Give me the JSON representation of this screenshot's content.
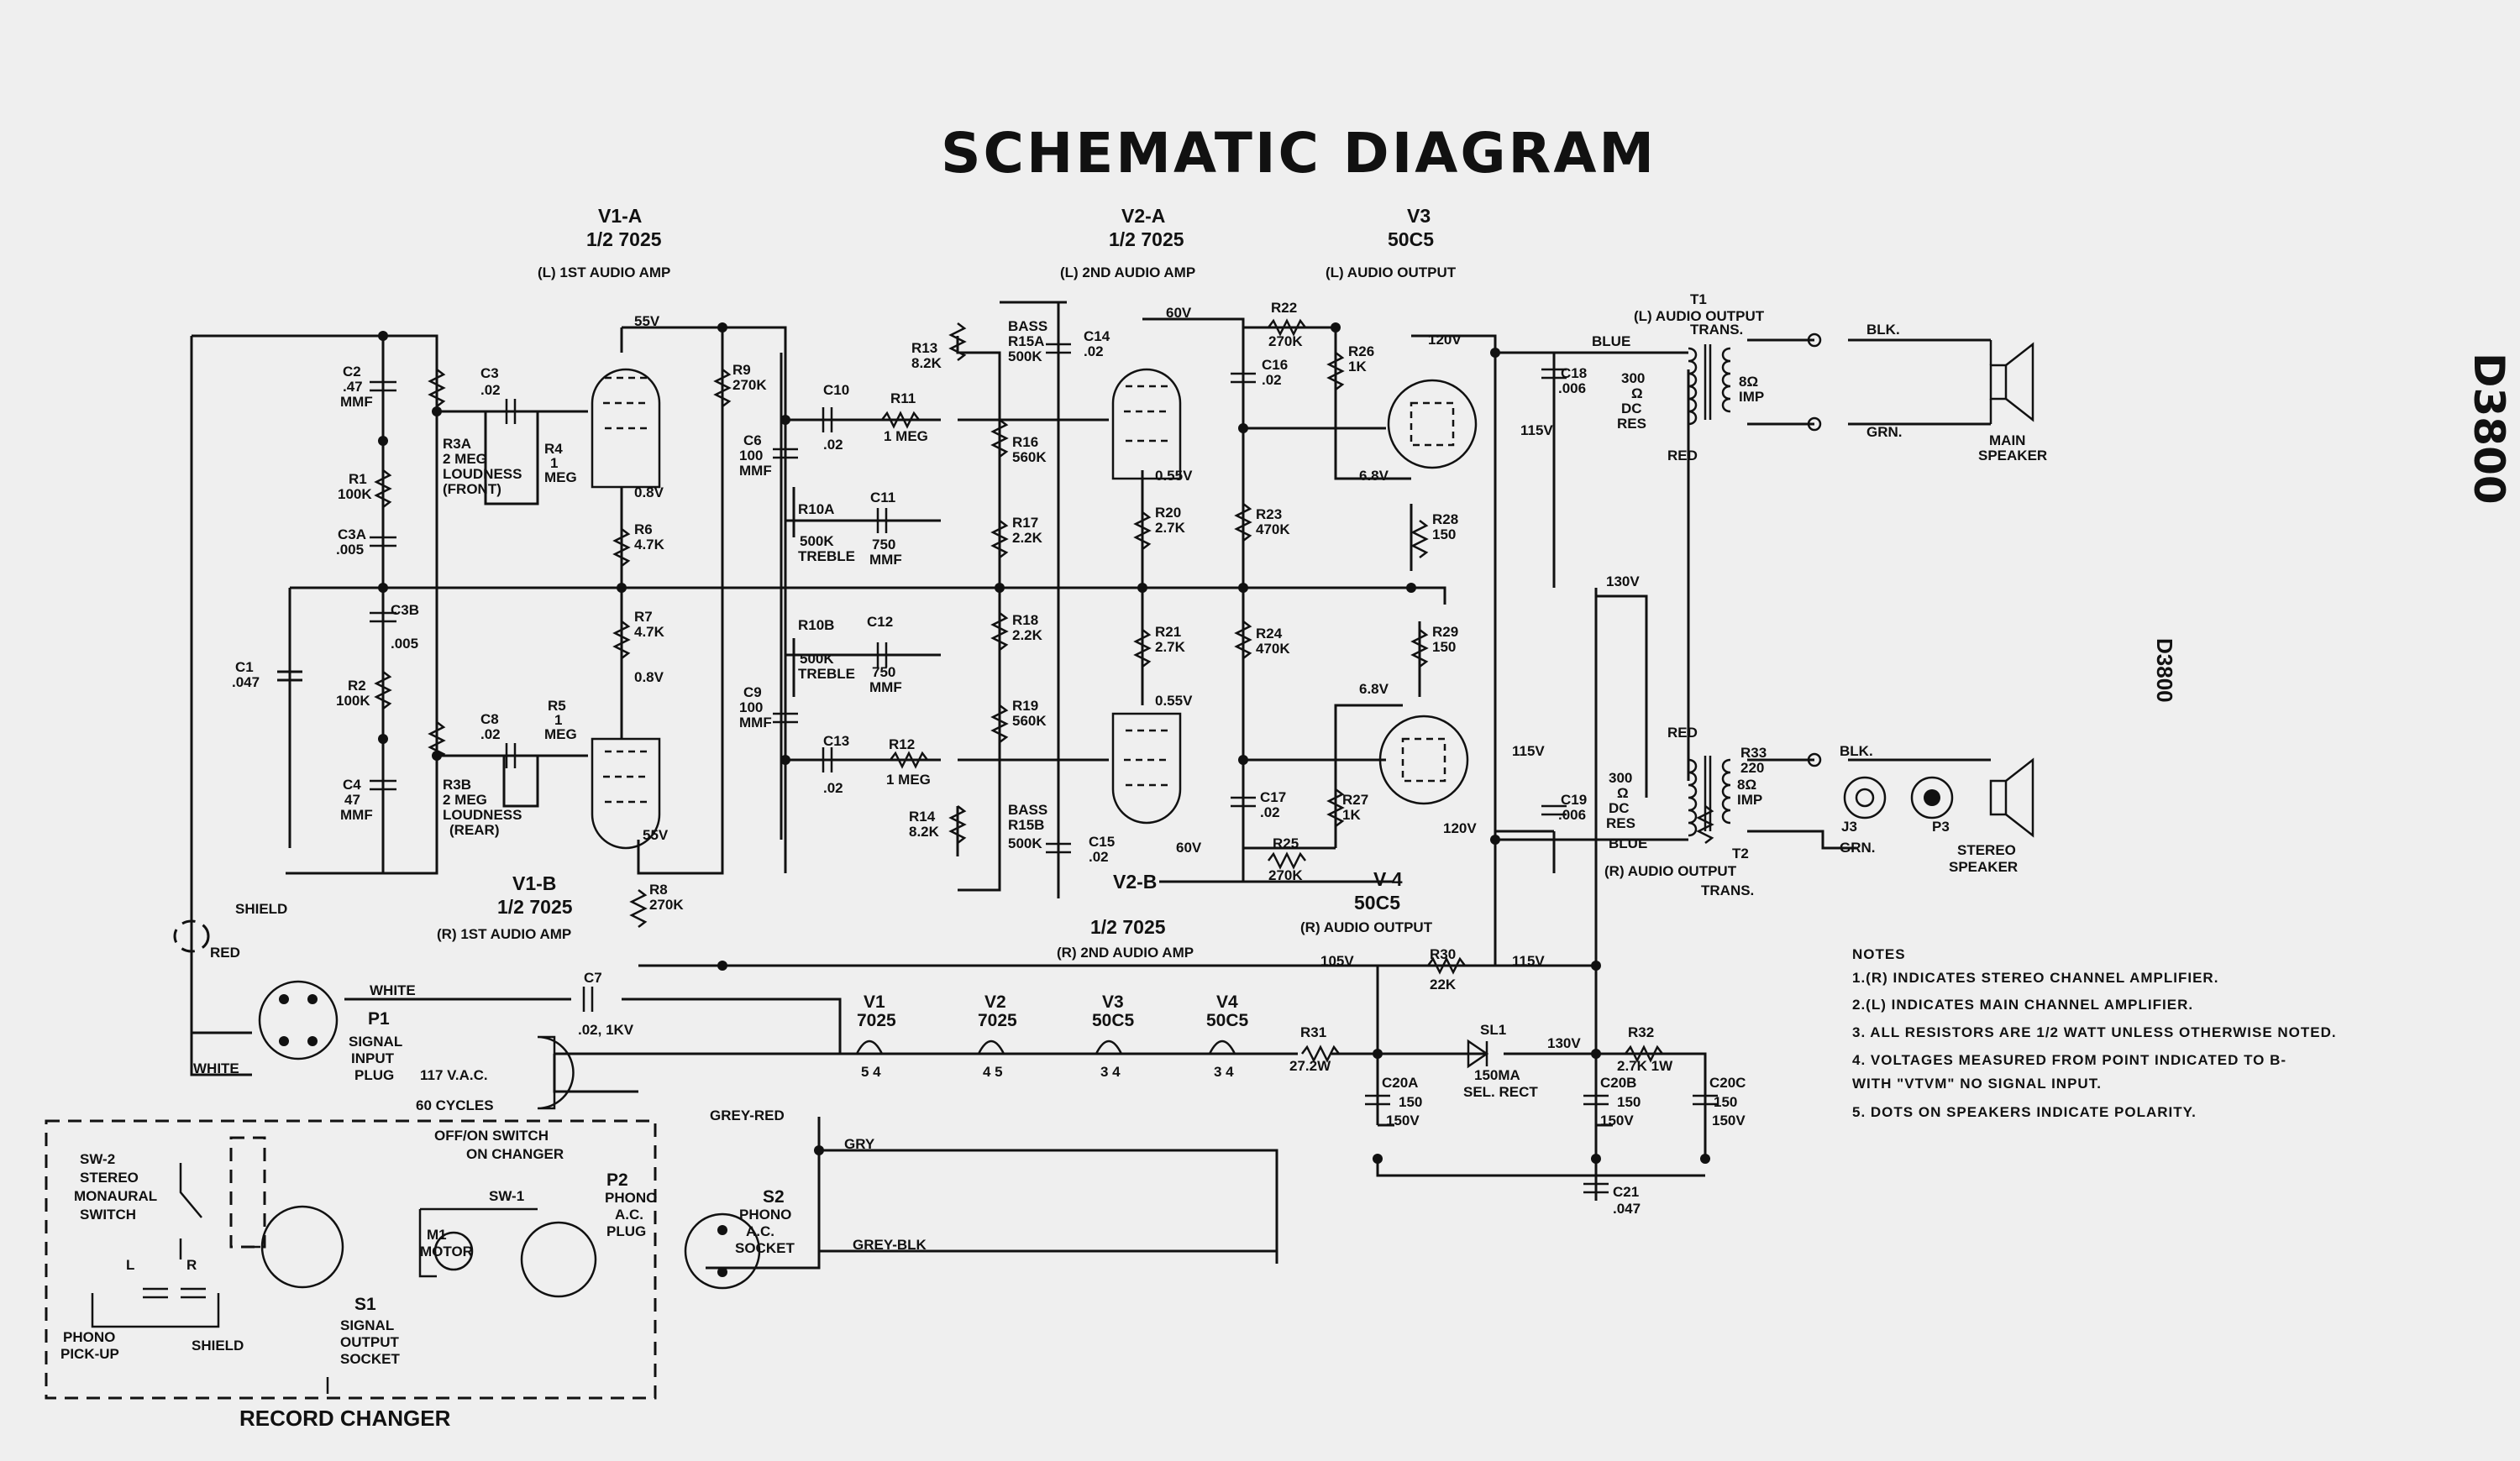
{
  "title": "SCHEMATIC DIAGRAM",
  "side_code": "D3800",
  "side_code_small": "D3800",
  "tubes": {
    "v1a": {
      "name": "V1-A",
      "type": "1/2 7025",
      "role": "(L) 1ST AUDIO AMP"
    },
    "v1b": {
      "name": "V1-B",
      "type": "1/2 7025",
      "role": "(R) 1ST AUDIO AMP"
    },
    "v2a": {
      "name": "V2-A",
      "type": "1/2 7025",
      "role": "(L) 2ND AUDIO AMP"
    },
    "v2b": {
      "name": "V2-B",
      "type": "1/2 7025",
      "role": "(R) 2ND AUDIO AMP"
    },
    "v3": {
      "name": "V3",
      "type": "50C5",
      "role": "(L) AUDIO OUTPUT"
    },
    "v4": {
      "name": "V 4",
      "type": "50C5",
      "role": "(R) AUDIO OUTPUT"
    }
  },
  "heaters": [
    {
      "name": "V1",
      "type": "7025",
      "pins": "5   4"
    },
    {
      "name": "V2",
      "type": "7025",
      "pins": "4   5"
    },
    {
      "name": "V3",
      "type": "50C5",
      "pins": "3   4"
    },
    {
      "name": "V4",
      "type": "50C5",
      "pins": "3   4"
    }
  ],
  "components": {
    "c2": [
      "C2",
      ".47",
      "MMF"
    ],
    "c3": [
      "C3",
      ".02"
    ],
    "r3a": [
      "R3A",
      "2 MEG",
      "LOUDNESS",
      "(FRONT)"
    ],
    "r4": [
      "R4",
      "1",
      "MEG"
    ],
    "r1": [
      "R1",
      "100K"
    ],
    "c3a": [
      "C3A",
      ".005"
    ],
    "c1": [
      "C1",
      ".047"
    ],
    "c3b": [
      "C3B",
      ".005"
    ],
    "r2": [
      "R2",
      "100K"
    ],
    "c4": [
      "C4",
      "47",
      "MMF"
    ],
    "c8": [
      "C8",
      ".02"
    ],
    "r5": [
      "R5",
      "1",
      "MEG"
    ],
    "r3b": [
      "R3B",
      "2 MEG",
      "LOUDNESS",
      "(REAR)"
    ],
    "r6": [
      "R6",
      "4.7K"
    ],
    "r7": [
      "R7",
      "4.7K"
    ],
    "r9": [
      "R9",
      "270K"
    ],
    "r8": [
      "R8",
      "270K"
    ],
    "c6": [
      "C6",
      "100",
      "MMF"
    ],
    "c9": [
      "C9",
      "100",
      "MMF"
    ],
    "c10": [
      "C10",
      ".02"
    ],
    "r11": [
      "R11",
      "1 MEG"
    ],
    "r10a": [
      "R10A",
      "500K",
      "TREBLE"
    ],
    "c11": [
      "C11",
      "750",
      "MMF"
    ],
    "r10b": [
      "R10B",
      "500K",
      "TREBLE"
    ],
    "c12": [
      "C12",
      "750",
      "MMF"
    ],
    "c13": [
      "C13",
      ".02"
    ],
    "r12": [
      "R12",
      "1 MEG"
    ],
    "r13": [
      "R13",
      "8.2K"
    ],
    "r15a": [
      "BASS",
      "R15A",
      "500K"
    ],
    "c14": [
      "C14",
      ".02"
    ],
    "r14": [
      "R14",
      "8.2K"
    ],
    "r15b": [
      "BASS",
      "R15B",
      "500K"
    ],
    "c15": [
      "C15",
      ".02"
    ],
    "r16": [
      "R16",
      "560K"
    ],
    "r17": [
      "R17",
      "2.2K"
    ],
    "r18": [
      "R18",
      "2.2K"
    ],
    "r19": [
      "R19",
      "560K"
    ],
    "r20": [
      "R20",
      "2.7K"
    ],
    "r21": [
      "R21",
      "2.7K"
    ],
    "r22": [
      "R22",
      "270K"
    ],
    "c16": [
      "C16",
      ".02"
    ],
    "r23": [
      "R23",
      "470K"
    ],
    "r24": [
      "R24",
      "470K"
    ],
    "c17": [
      "C17",
      ".02"
    ],
    "r25": [
      "R25",
      "270K"
    ],
    "r26": [
      "R26",
      "1K"
    ],
    "r27": [
      "R27",
      "1K"
    ],
    "r28": [
      "R28",
      "150"
    ],
    "r29": [
      "R29",
      "150"
    ],
    "c18": [
      "C18",
      ".006"
    ],
    "c19": [
      "C19",
      ".006"
    ],
    "r30": [
      "R30",
      "22K"
    ],
    "r31": [
      "R31",
      "27.2W"
    ],
    "r32": [
      "R32",
      "2.7K 1W"
    ],
    "r33": [
      "R33",
      "220"
    ],
    "c7": [
      "C7",
      ".02, 1KV"
    ],
    "c20a": [
      "C20A",
      "150",
      "150V"
    ],
    "c20b": [
      "C20B",
      "150",
      "150V"
    ],
    "c20c": [
      "C20C",
      "150",
      "150V"
    ],
    "c21": [
      "C21",
      ".047"
    ],
    "sl1": [
      "SL1",
      "150MA",
      "SEL. RECT"
    ]
  },
  "voltages": {
    "v1a_plate": "55V",
    "v1a_cath": "0.8V",
    "v1b_cath": "0.8V",
    "v1b_plate": "55V",
    "v2a_plate": "60V",
    "v2a_cath": "0.55V",
    "v2b_cath": "0.55V",
    "v2b_plate": "60V",
    "v3_plate": "120V",
    "v3_screen": "115V",
    "v3_cath": "6.8V",
    "v4_plate": "120V",
    "v4_screen": "115V",
    "v4_cath": "6.8V",
    "b130": "130V",
    "b105": "105V",
    "b115": "115V",
    "b130r": "130V"
  },
  "transformers": {
    "t1": {
      "name": "T1",
      "desc": [
        "(L) AUDIO OUTPUT",
        "TRANS."
      ],
      "res": [
        "300",
        "Ω",
        "DC",
        "RES"
      ],
      "sec": [
        "8Ω",
        "IMP"
      ],
      "pri_top": "BLUE",
      "pri_bot": "RED"
    },
    "t2": {
      "name": "T2",
      "desc": [
        "(R) AUDIO OUTPUT",
        "TRANS."
      ],
      "res": [
        "300",
        "Ω",
        "DC",
        "RES"
      ],
      "sec": [
        "8Ω",
        "IMP"
      ],
      "pri_top": "RED",
      "pri_bot": "BLUE"
    }
  },
  "speakers": {
    "main": {
      "label": [
        "MAIN",
        "SPEAKER"
      ],
      "w1": "BLK.",
      "w2": "GRN."
    },
    "stereo": {
      "label": [
        "STEREO",
        "SPEAKER"
      ],
      "w1": "BLK.",
      "w2": "GRN.",
      "j": "J3",
      "p": "P3"
    }
  },
  "connectors": {
    "p1": [
      "P1",
      "SIGNAL",
      "INPUT",
      "PLUG"
    ],
    "shield": "SHIELD",
    "red": "RED",
    "white": "WHITE",
    "white2": "WHITE",
    "ac": [
      "117 V.A.C.",
      "60 CYCLES"
    ],
    "s2": [
      "S2",
      "PHONO",
      "A.C.",
      "SOCKET"
    ],
    "grey_red": "GREY-RED",
    "gry": "GRY",
    "grey_blk": "GREY-BLK"
  },
  "record_changer": {
    "label": "RECORD   CHANGER",
    "sw2": [
      "SW-2",
      "STEREO",
      "MONAURAL",
      "SWITCH"
    ],
    "onoff": [
      "OFF/ON  SWITCH",
      "ON  CHANGER"
    ],
    "sw1": "SW-1",
    "p2": [
      "P2",
      "PHONO",
      "A.C.",
      "PLUG"
    ],
    "motor": [
      "M1",
      "MOTOR"
    ],
    "s1": [
      "S1",
      "SIGNAL",
      "OUTPUT",
      "SOCKET"
    ],
    "pickup": [
      "PHONO",
      "PICK-UP"
    ],
    "shield": "SHIELD",
    "l": "L",
    "r": "R"
  },
  "notes": {
    "heading": "NOTES",
    "items": [
      "1.(R) INDICATES STEREO CHANNEL AMPLIFIER.",
      "2.(L) INDICATES MAIN  CHANNEL AMPLIFIER.",
      "3. ALL RESISTORS ARE 1/2 WATT UNLESS OTHERWISE NOTED.",
      "4. VOLTAGES MEASURED FROM POINT INDICATED TO B-",
      "    WITH \"VTVM\" NO SIGNAL INPUT.",
      "5. DOTS ON SPEAKERS  INDICATE  POLARITY."
    ]
  }
}
